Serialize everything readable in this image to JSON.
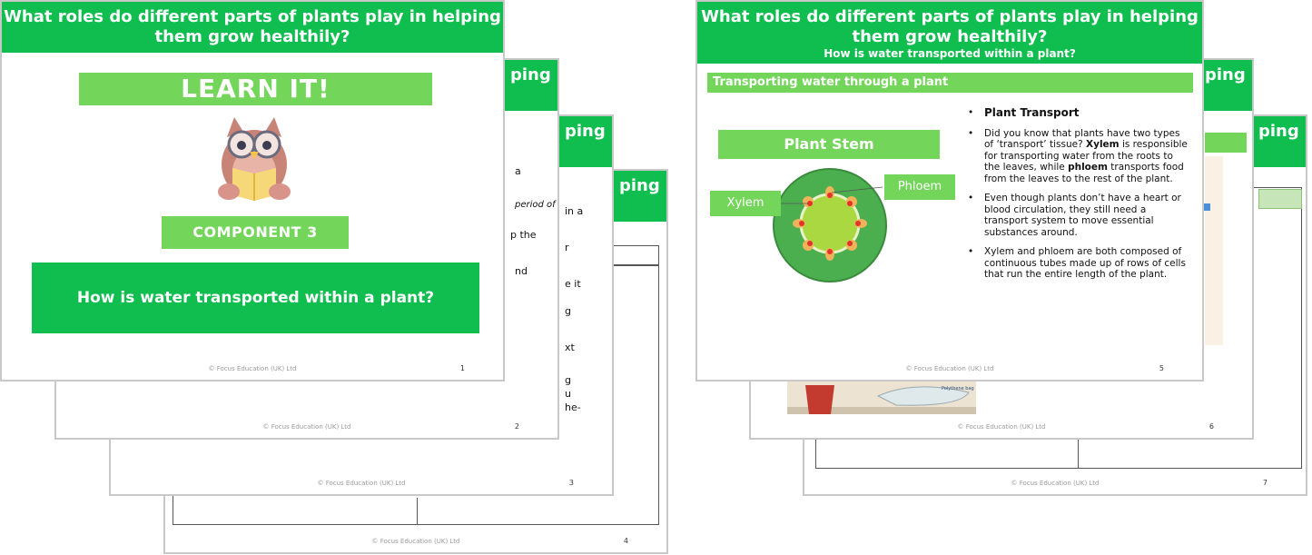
{
  "slide_title_line1": "What roles do different parts of plants play in helping",
  "slide_title_line2": "them grow healthily?",
  "peek_title": "ping",
  "footer": "© Focus Education (UK) Ltd",
  "slide1": {
    "learn_it": "LEARN IT!",
    "component": "COMPONENT 3",
    "question": "How is water transported within a plant?",
    "page": "1"
  },
  "slide2": {
    "page": "2",
    "fragments": [
      "a",
      "period of",
      "p the",
      "nd"
    ]
  },
  "slide3": {
    "page": "3",
    "fragments": [
      "in a",
      "r",
      "e it",
      "g",
      "xt",
      "g",
      "u",
      "he-"
    ]
  },
  "slide4": {
    "page": "4"
  },
  "slide5": {
    "subtitle": "How is water transported within a plant?",
    "section": "Transporting water through a plant",
    "stem_label": "Plant Stem",
    "xylem_label": "Xylem",
    "phloem_label": "Phloem",
    "page": "5",
    "bullets": {
      "b1": "Plant Transport",
      "b2_pre": "Did you know that plants have two types of ‘transport’ tissue? ",
      "b2_xylem": "Xylem",
      "b2_mid": " is responsible for transporting water from the roots to the leaves, while ",
      "b2_phloem": "phloem",
      "b2_post": " transports food from the leaves to the rest of the plant.",
      "b3": "Even though plants don’t have a heart or blood circulation, they still need a transport system to move essential substances around.",
      "b4": "Xylem and phloem are both composed of continuous tubes made up of rows of cells that run the entire length of the plant."
    }
  },
  "slide6": {
    "page": "6",
    "bag_label": "Polythene bag"
  },
  "slide7": {
    "page": "7"
  }
}
